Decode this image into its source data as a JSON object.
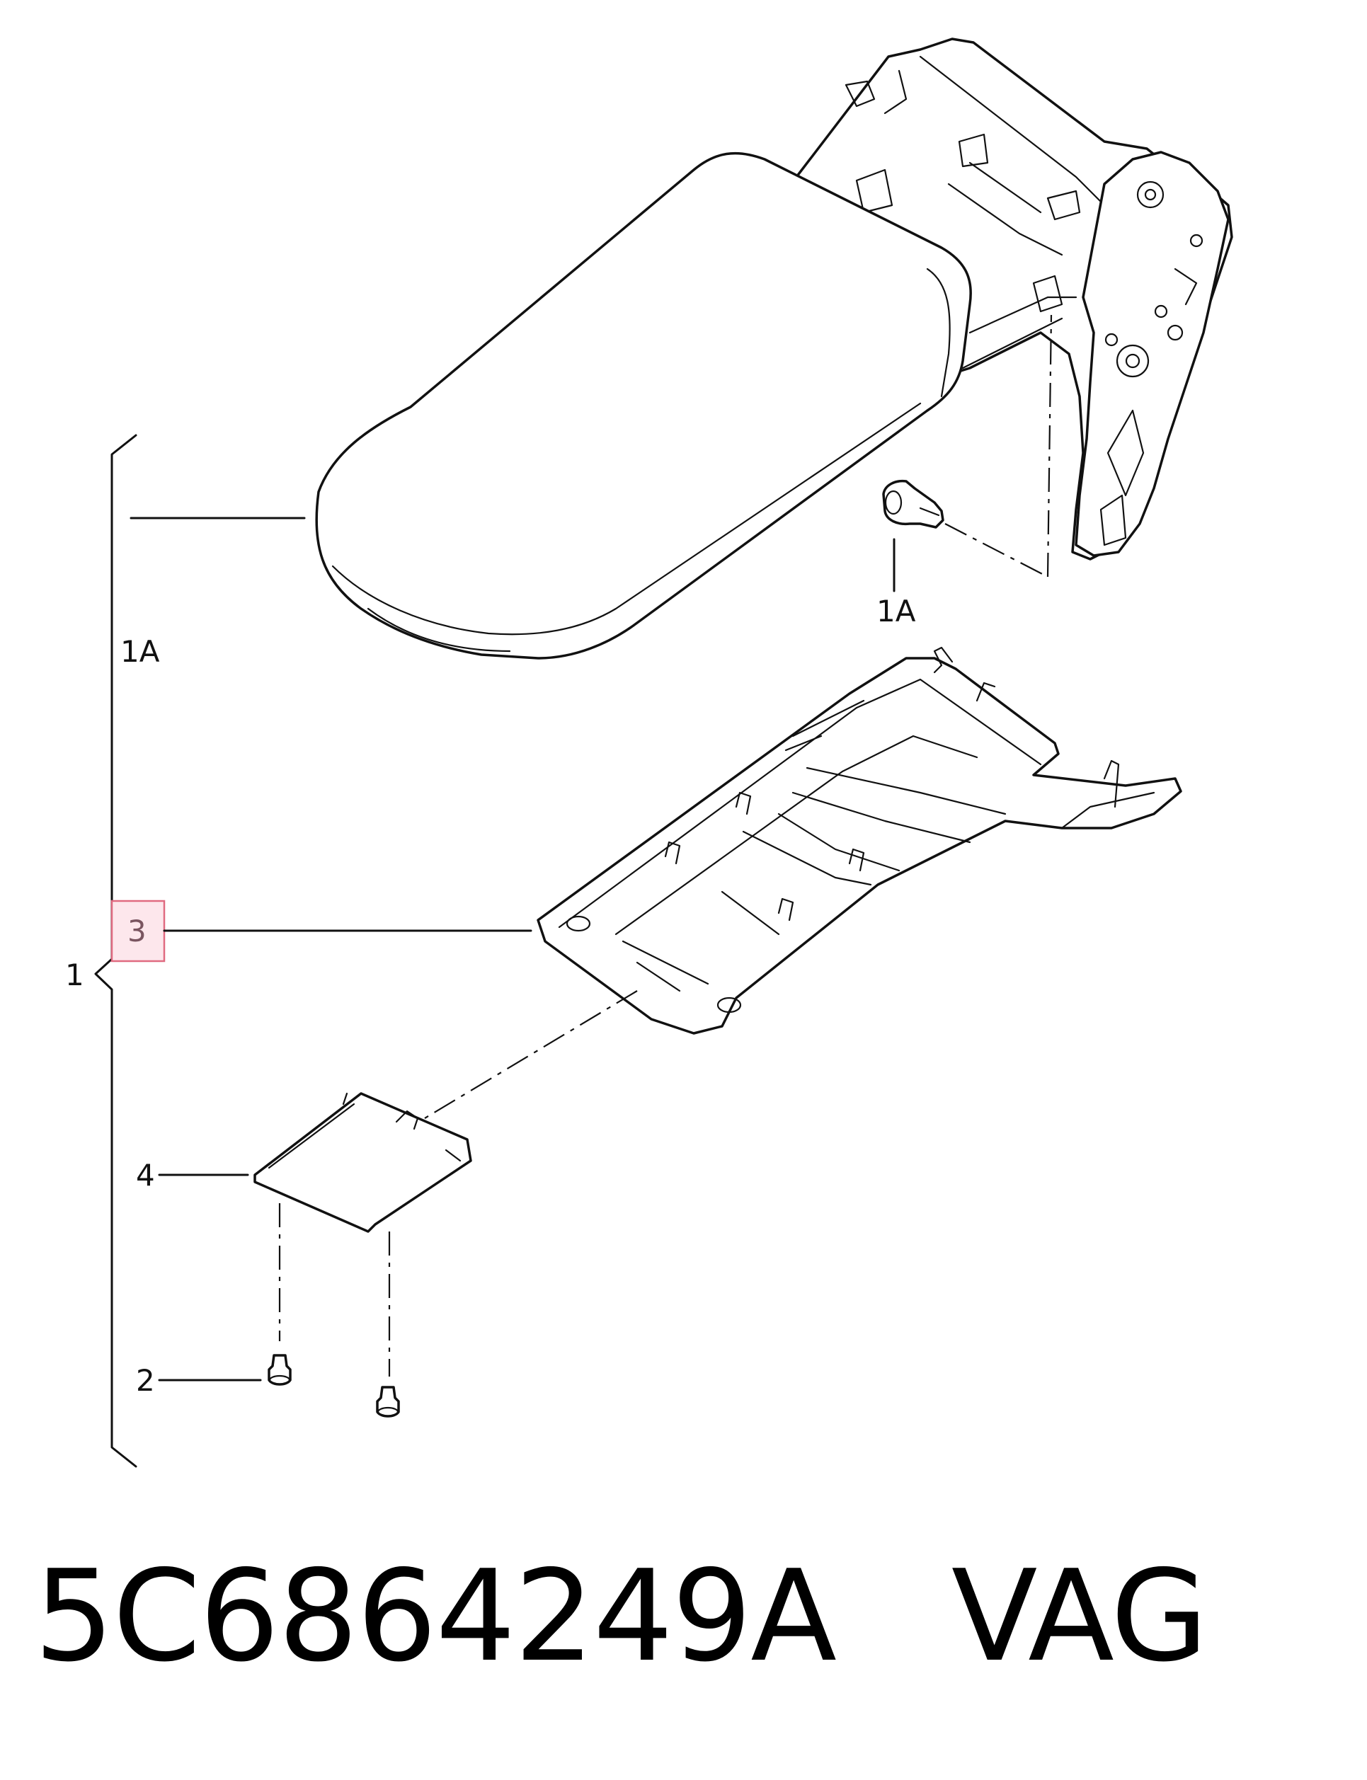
{
  "labels": {
    "group_1": "1",
    "ref_1a_left": "1A",
    "ref_1a_right": "1A",
    "item_3": "3",
    "item_4": "4",
    "item_2": "2"
  },
  "footer": {
    "part_number": "5C6864249A",
    "brand": "VAG"
  },
  "highlight_color": "#e06a80"
}
